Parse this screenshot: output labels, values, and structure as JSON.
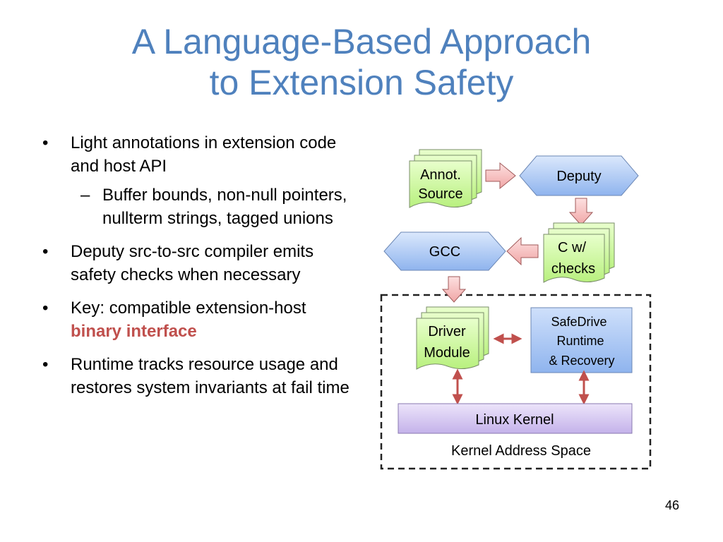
{
  "title": {
    "line1": "A Language-Based Approach",
    "line2": "to Extension Safety"
  },
  "bullets": [
    {
      "text": "Light annotations in extension code and host API"
    },
    {
      "text": "Buffer bounds, non-null pointers, nullterm strings, tagged unions"
    },
    {
      "text": "Deputy src-to-src compiler emits safety checks when necessary"
    },
    {
      "text_prefix": "Key: compatible extension-host",
      "highlight": "binary interface"
    },
    {
      "text": "Runtime tracks resource usage and restores system invariants at fail time"
    }
  ],
  "diagram": {
    "annot_source": {
      "line1": "Annot.",
      "line2": "Source"
    },
    "deputy": "Deputy",
    "c_checks": {
      "line1": "C w/",
      "line2": "checks"
    },
    "gcc": "GCC",
    "driver_module": {
      "line1": "Driver",
      "line2": "Module"
    },
    "safedrive": {
      "line1": "SafeDrive",
      "line2": "Runtime",
      "line3": "& Recovery"
    },
    "linux_kernel": "Linux Kernel",
    "kernel_space": "Kernel Address Space"
  },
  "colors": {
    "title": "#4f81bd",
    "highlight": "#c0504d",
    "doc_fill": "#ccff99",
    "hex_fill": "#a9c6f5",
    "arrow_fill": "#f4b8b8",
    "runtime_fill": "#a9c6f5",
    "kernel_fill": "#d6c8f0"
  },
  "slide_number": "46"
}
